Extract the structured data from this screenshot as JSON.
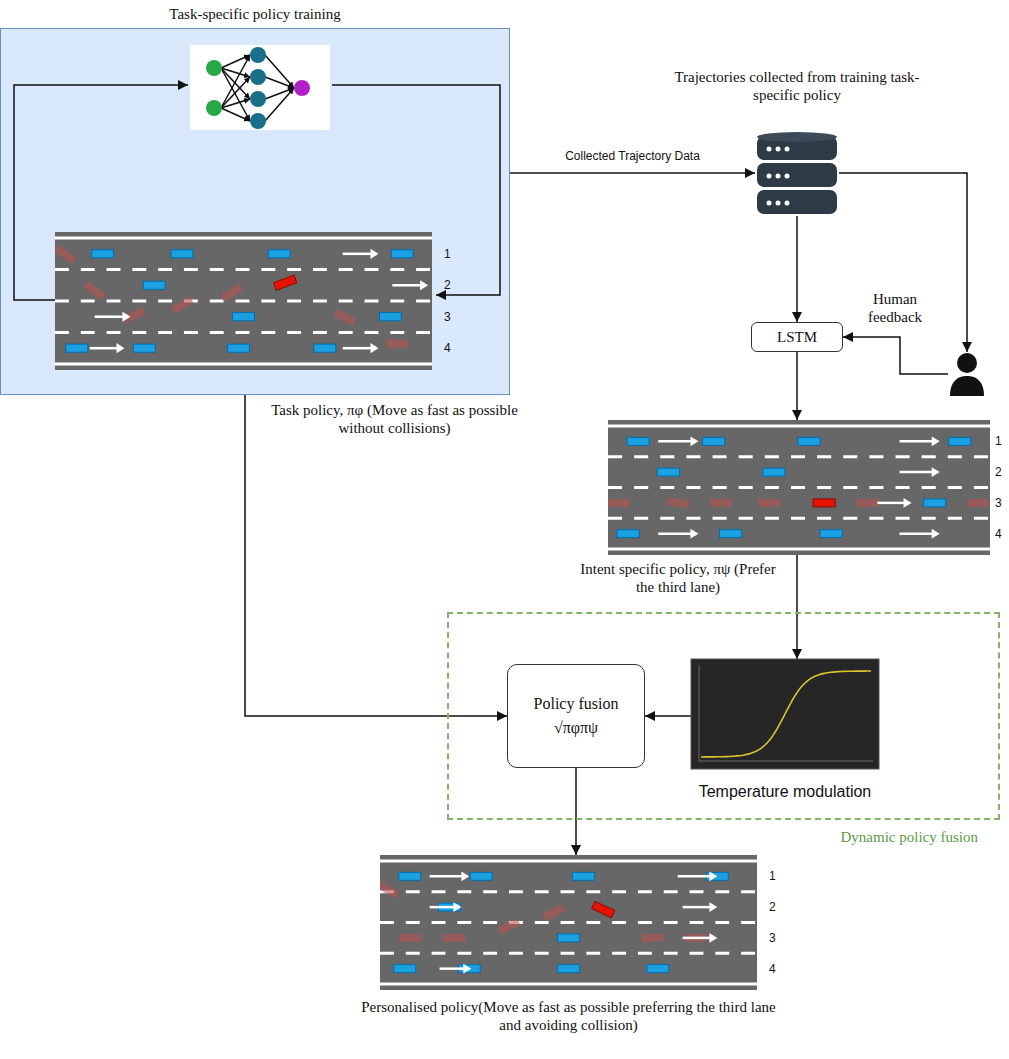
{
  "diagram": {
    "nodes": [
      {
        "text": [
          "Task-specific policy training"
        ]
      },
      {
        "text": [
          "Trajectories collected from training task-specific policy"
        ]
      },
      {
        "text": [
          "LSTM"
        ]
      },
      {
        "text": [
          "Human feedback"
        ]
      },
      {
        "text": [
          "Intent specific policy, πψ (Prefer the third lane)"
        ]
      },
      {
        "text": [
          "Dynamic policy fusion"
        ]
      },
      {
        "text": [
          "Policy fusion",
          "√πφπψ"
        ],
        "in": 5
      },
      {
        "text": [
          "Temperature modulation"
        ],
        "in": 5
      },
      {
        "text": [
          "Personalised policy(Move as fast as possible preferring the third lane and avoiding collision)"
        ]
      }
    ],
    "edges": [
      {
        "from": 0,
        "to": 1,
        "arrow": "to",
        "label": "Collected Trajectory Data"
      },
      {
        "from": 1,
        "to": 2,
        "arrow": "to"
      },
      {
        "from": 1,
        "to": 3,
        "arrow": "to"
      },
      {
        "from": 3,
        "to": 2,
        "arrow": "to"
      },
      {
        "from": 2,
        "to": 4,
        "arrow": "to"
      },
      {
        "from": 4,
        "to": 7,
        "arrow": "to"
      },
      {
        "from": 7,
        "to": 6,
        "arrow": "to"
      },
      {
        "from": 0,
        "to": 6,
        "arrow": "to",
        "label": "Task policy, πφ (Move as fast as possible without collisions)"
      },
      {
        "from": 6,
        "to": 8,
        "arrow": "to"
      }
    ],
    "labels": [
      "1",
      "2",
      "3",
      "4",
      "1",
      "2",
      "3",
      "4",
      "1",
      "2",
      "3",
      "4"
    ]
  }
}
